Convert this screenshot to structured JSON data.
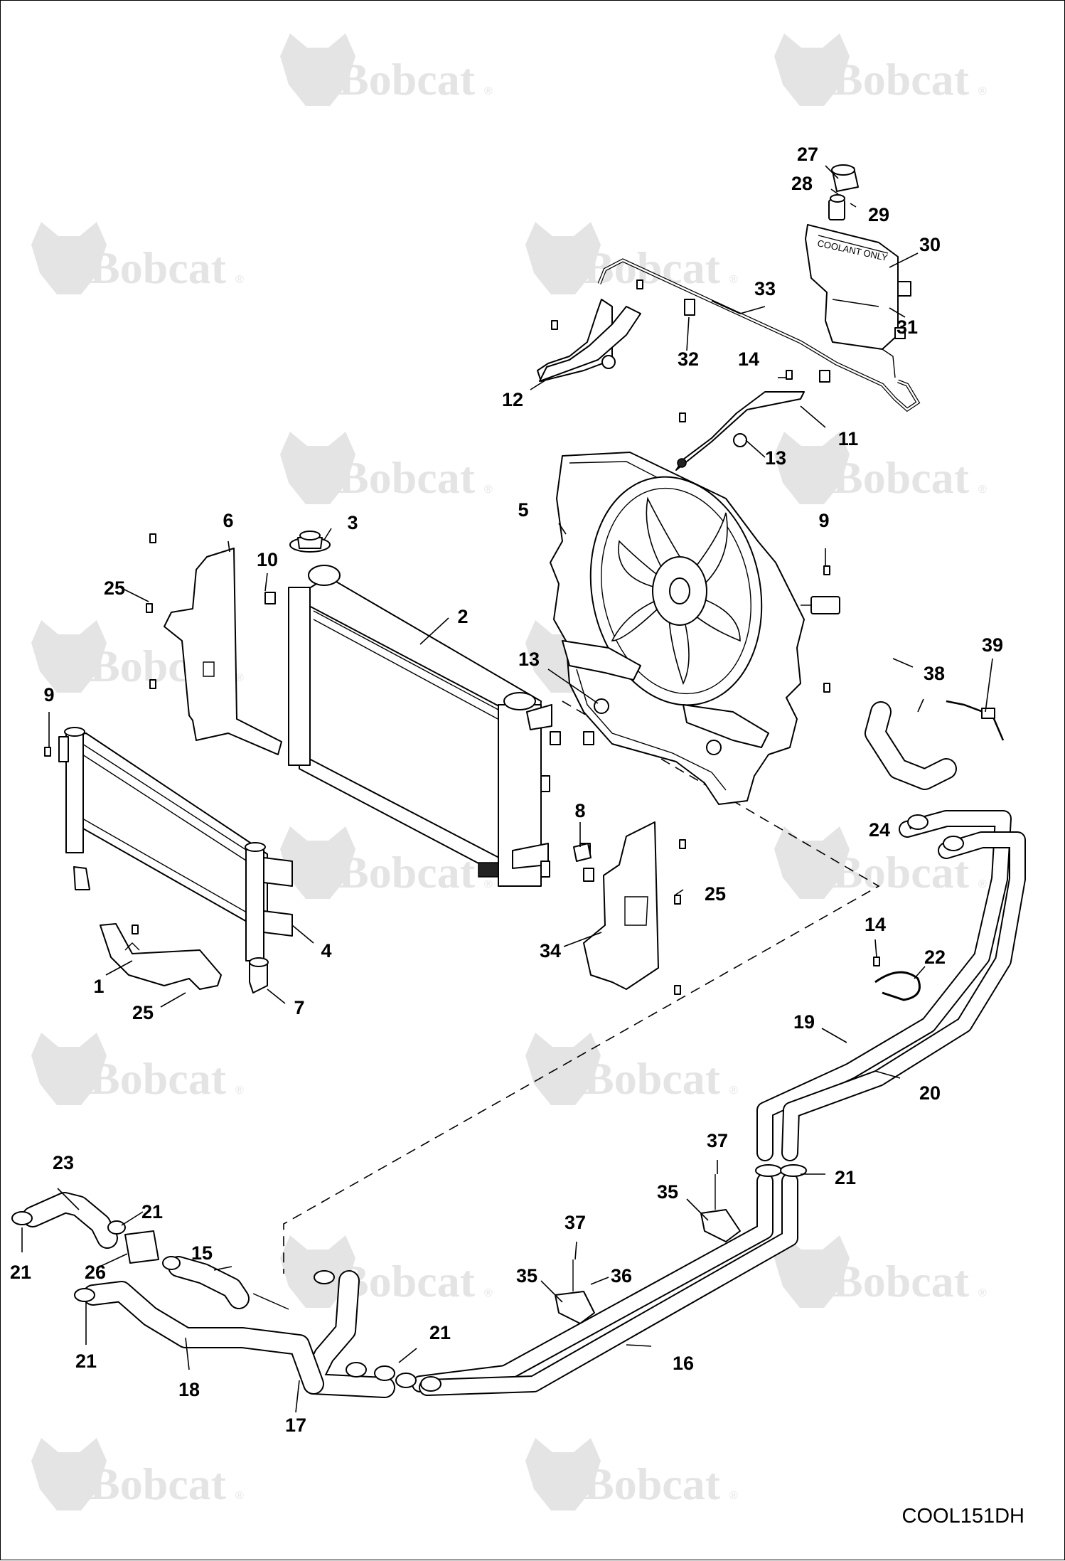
{
  "diagram": {
    "figure_code": "COOL151DH",
    "watermark": {
      "brand": "Bobcat",
      "registered_mark": "®"
    },
    "callouts": [
      "1",
      "2",
      "3",
      "4",
      "5",
      "6",
      "7",
      "8",
      "9",
      "9",
      "10",
      "11",
      "12",
      "13",
      "13",
      "14",
      "14",
      "15",
      "16",
      "17",
      "18",
      "19",
      "20",
      "21",
      "21",
      "21",
      "21",
      "21",
      "22",
      "23",
      "24",
      "25",
      "25",
      "25",
      "26",
      "27",
      "28",
      "29",
      "30",
      "31",
      "32",
      "33",
      "34",
      "35",
      "35",
      "36",
      "37",
      "37",
      "38",
      "39"
    ],
    "tank_labels": {
      "top": "COOLANT ONLY"
    }
  }
}
